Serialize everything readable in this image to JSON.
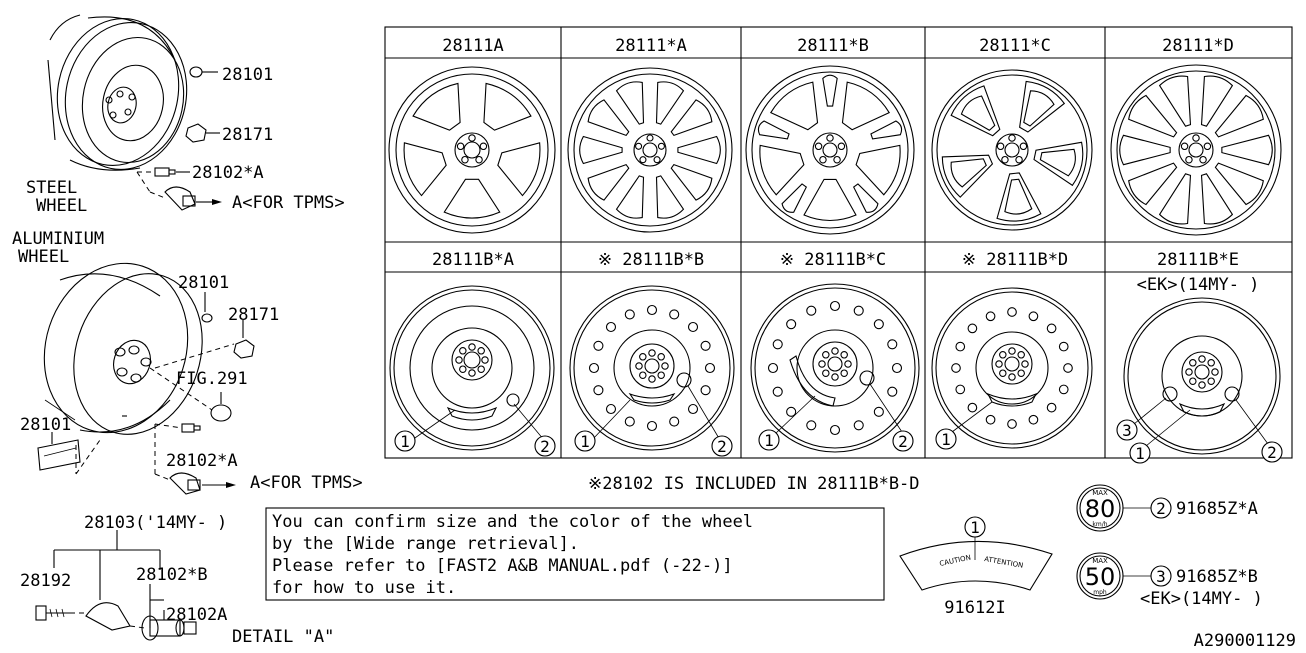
{
  "left_labels": {
    "steel_wheel": [
      "STEEL",
      "WHEEL"
    ],
    "p28101_top": "28101",
    "p28171_top": "28171",
    "p28102a_top": "28102*A",
    "tpms_top": "A<FOR TPMS>",
    "aluminium_wheel": [
      "ALUMINIUM",
      "WHEEL"
    ],
    "p28101_mid": "28101",
    "p28171_mid": "28171",
    "fig291": "FIG.291",
    "p28101_low": "28101",
    "p28102a_mid": "28102*A",
    "tpms_mid": "A<FOR TPMS>"
  },
  "detail": {
    "p28103": "28103('14MY- )",
    "p28192": "28192",
    "p28102b": "28102*B",
    "p28102a": "28102A",
    "title": "DETAIL \"A\""
  },
  "grid": {
    "row1_headers": [
      "28111A",
      "28111*A",
      "28111*B",
      "28111*C",
      "28111*D"
    ],
    "row2_headers": [
      "28111B*A",
      "※ 28111B*B",
      "※  28111B*C",
      "※  28111B*D",
      "28111B*E"
    ],
    "row2_sublabel": "<EK>(14MY- )",
    "callouts": [
      [
        "1",
        "2"
      ],
      [
        "1",
        "2"
      ],
      [
        "1",
        "2"
      ],
      [
        "1"
      ],
      [
        "3",
        "1",
        "2"
      ]
    ]
  },
  "footnote": "※28102 IS INCLUDED IN 28111B*B-D",
  "info_box": [
    "You can confirm size and the color of the wheel",
    "by the [Wide range retrieval].",
    "Please refer to [FAST2 A&B MANUAL.pdf (-22-)]",
    "for how to use it."
  ],
  "label_part": {
    "callout": "1",
    "part_no": "91612I",
    "caution_left": "CAUTION",
    "caution_right": "ATTENTION"
  },
  "speed_labels": [
    {
      "max": "MAX",
      "speed": "80",
      "unit": "km/h",
      "callout": "2",
      "part_no": "91685Z*A",
      "note": ""
    },
    {
      "max": "MAX",
      "speed": "50",
      "unit": "mph",
      "callout": "3",
      "part_no": "91685Z*B",
      "note": "<EK>(14MY- )"
    }
  ],
  "diagram_id": "A290001129"
}
